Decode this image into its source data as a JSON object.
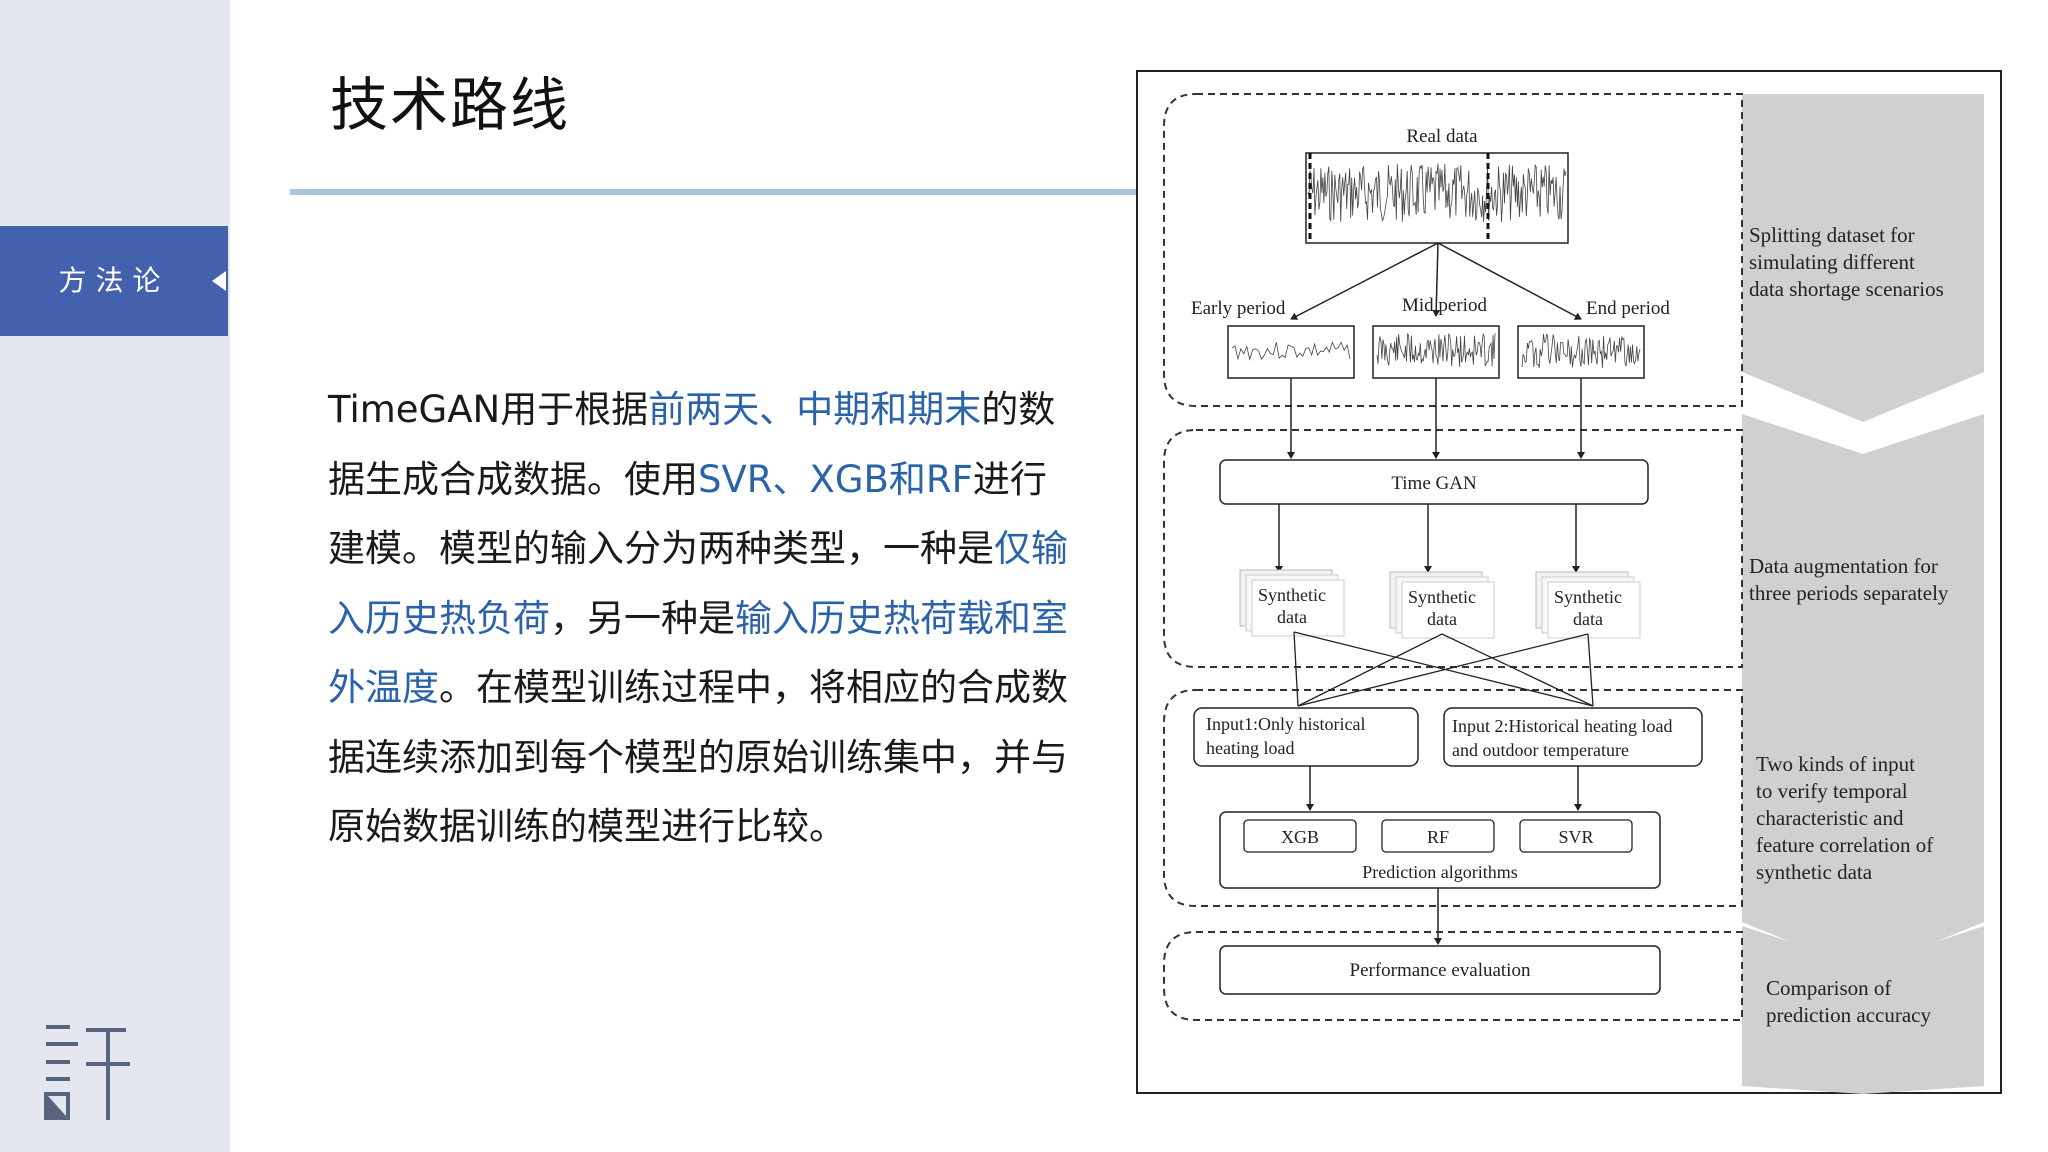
{
  "sidebar": {
    "nav_label": "方法论",
    "logo_icon": "xu-character-logo-icon"
  },
  "slide": {
    "title": "技术路线",
    "body_segments": [
      {
        "text": "TimeGAN用于根据",
        "highlight": false
      },
      {
        "text": "前两天、中期和期末",
        "highlight": true
      },
      {
        "text": "的数据生成合成数据。使用",
        "highlight": false
      },
      {
        "text": "SVR、XGB和RF",
        "highlight": true
      },
      {
        "text": "进行建模。模型的输入分为两种类型，一种是",
        "highlight": false
      },
      {
        "text": "仅输入历史热负荷",
        "highlight": true
      },
      {
        "text": "，另一种是",
        "highlight": false
      },
      {
        "text": "输入历史热荷载和室外温度",
        "highlight": true
      },
      {
        "text": "。在模型训练过程中，将相应的合成数据连续添加到每个模型的原始训练集中，并与原始数据训练的模型进行比较。",
        "highlight": false
      }
    ]
  },
  "figure": {
    "real_data": "Real data",
    "periods": [
      "Early period",
      "Mid period",
      "End period"
    ],
    "timegan": "Time GAN",
    "synthetic": [
      "Synthetic",
      "data"
    ],
    "input1": [
      "Input1:Only historical",
      "heating load"
    ],
    "input2": [
      "Input 2:Historical heating load",
      "and outdoor temperature"
    ],
    "algorithms": [
      "XGB",
      "RF",
      "SVR"
    ],
    "algorithms_caption": "Prediction algorithms",
    "evaluation": "Performance evaluation",
    "stage_labels": [
      [
        "Splitting dataset for",
        "simulating different",
        "data shortage scenarios"
      ],
      [
        "Data augmentation for",
        "three periods separately"
      ],
      [
        "Two kinds of  input",
        "to verify temporal",
        "characteristic and",
        "feature correlation of",
        "synthetic data"
      ],
      [
        "Comparison of",
        "prediction accuracy"
      ]
    ],
    "colors": {
      "accent": "#4461ad",
      "highlight_text": "#2b63aa",
      "rule": "#a9c4e4",
      "arrow_band": "#d0d0d0"
    }
  }
}
